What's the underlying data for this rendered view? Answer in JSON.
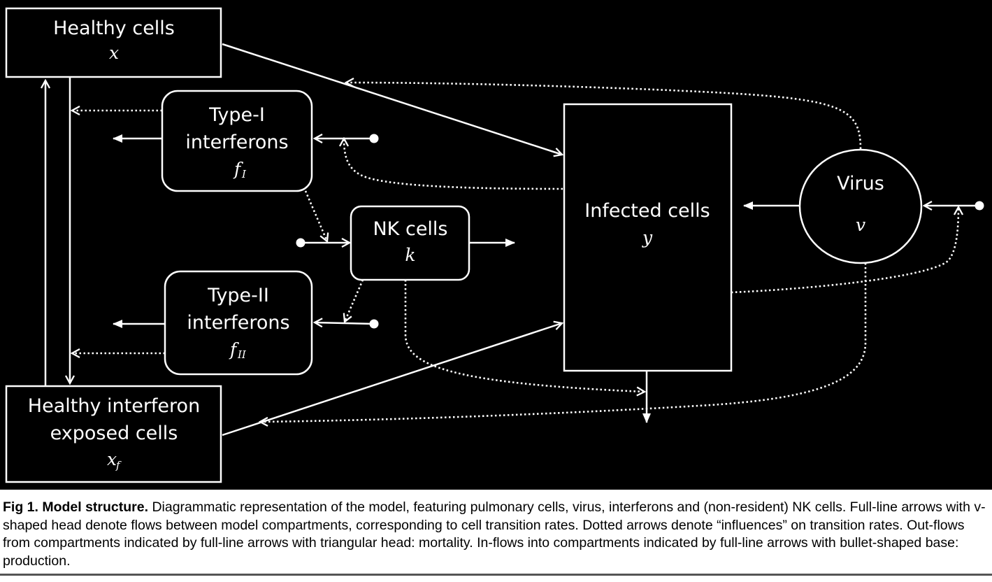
{
  "nodes": {
    "healthy": {
      "title": "Healthy cells",
      "symbol": "x"
    },
    "type1": {
      "line1": "Type-I",
      "line2": "interferons",
      "symbol": "f",
      "sub": "I"
    },
    "nk": {
      "title": "NK cells",
      "symbol": "k"
    },
    "type2": {
      "line1": "Type-II",
      "line2": "interferons",
      "symbol": "f",
      "sub": "II"
    },
    "exposed": {
      "line1": "Healthy interferon",
      "line2": "exposed cells",
      "symbol": "x",
      "sub": "f"
    },
    "infected": {
      "title": "Infected cells",
      "symbol": "y"
    },
    "virus": {
      "title": "Virus",
      "symbol": "v"
    }
  },
  "caption": {
    "label": "Fig 1. Model structure.",
    "text": " Diagrammatic representation of the model, featuring pulmonary cells, virus, interferons and (non-resident) NK cells. Full-line arrows with v-shaped head denote flows between model compartments, corresponding to cell transition rates. Dotted arrows denote “influences” on transition rates. Out-flows from compartments indicated by full-line arrows with triangular head: mortality. In-flows into compartments indicated by full-line arrows with bullet-shaped base: production."
  },
  "colors": {
    "background": "#000000",
    "foreground": "#ffffff",
    "caption_text": "#000000"
  }
}
